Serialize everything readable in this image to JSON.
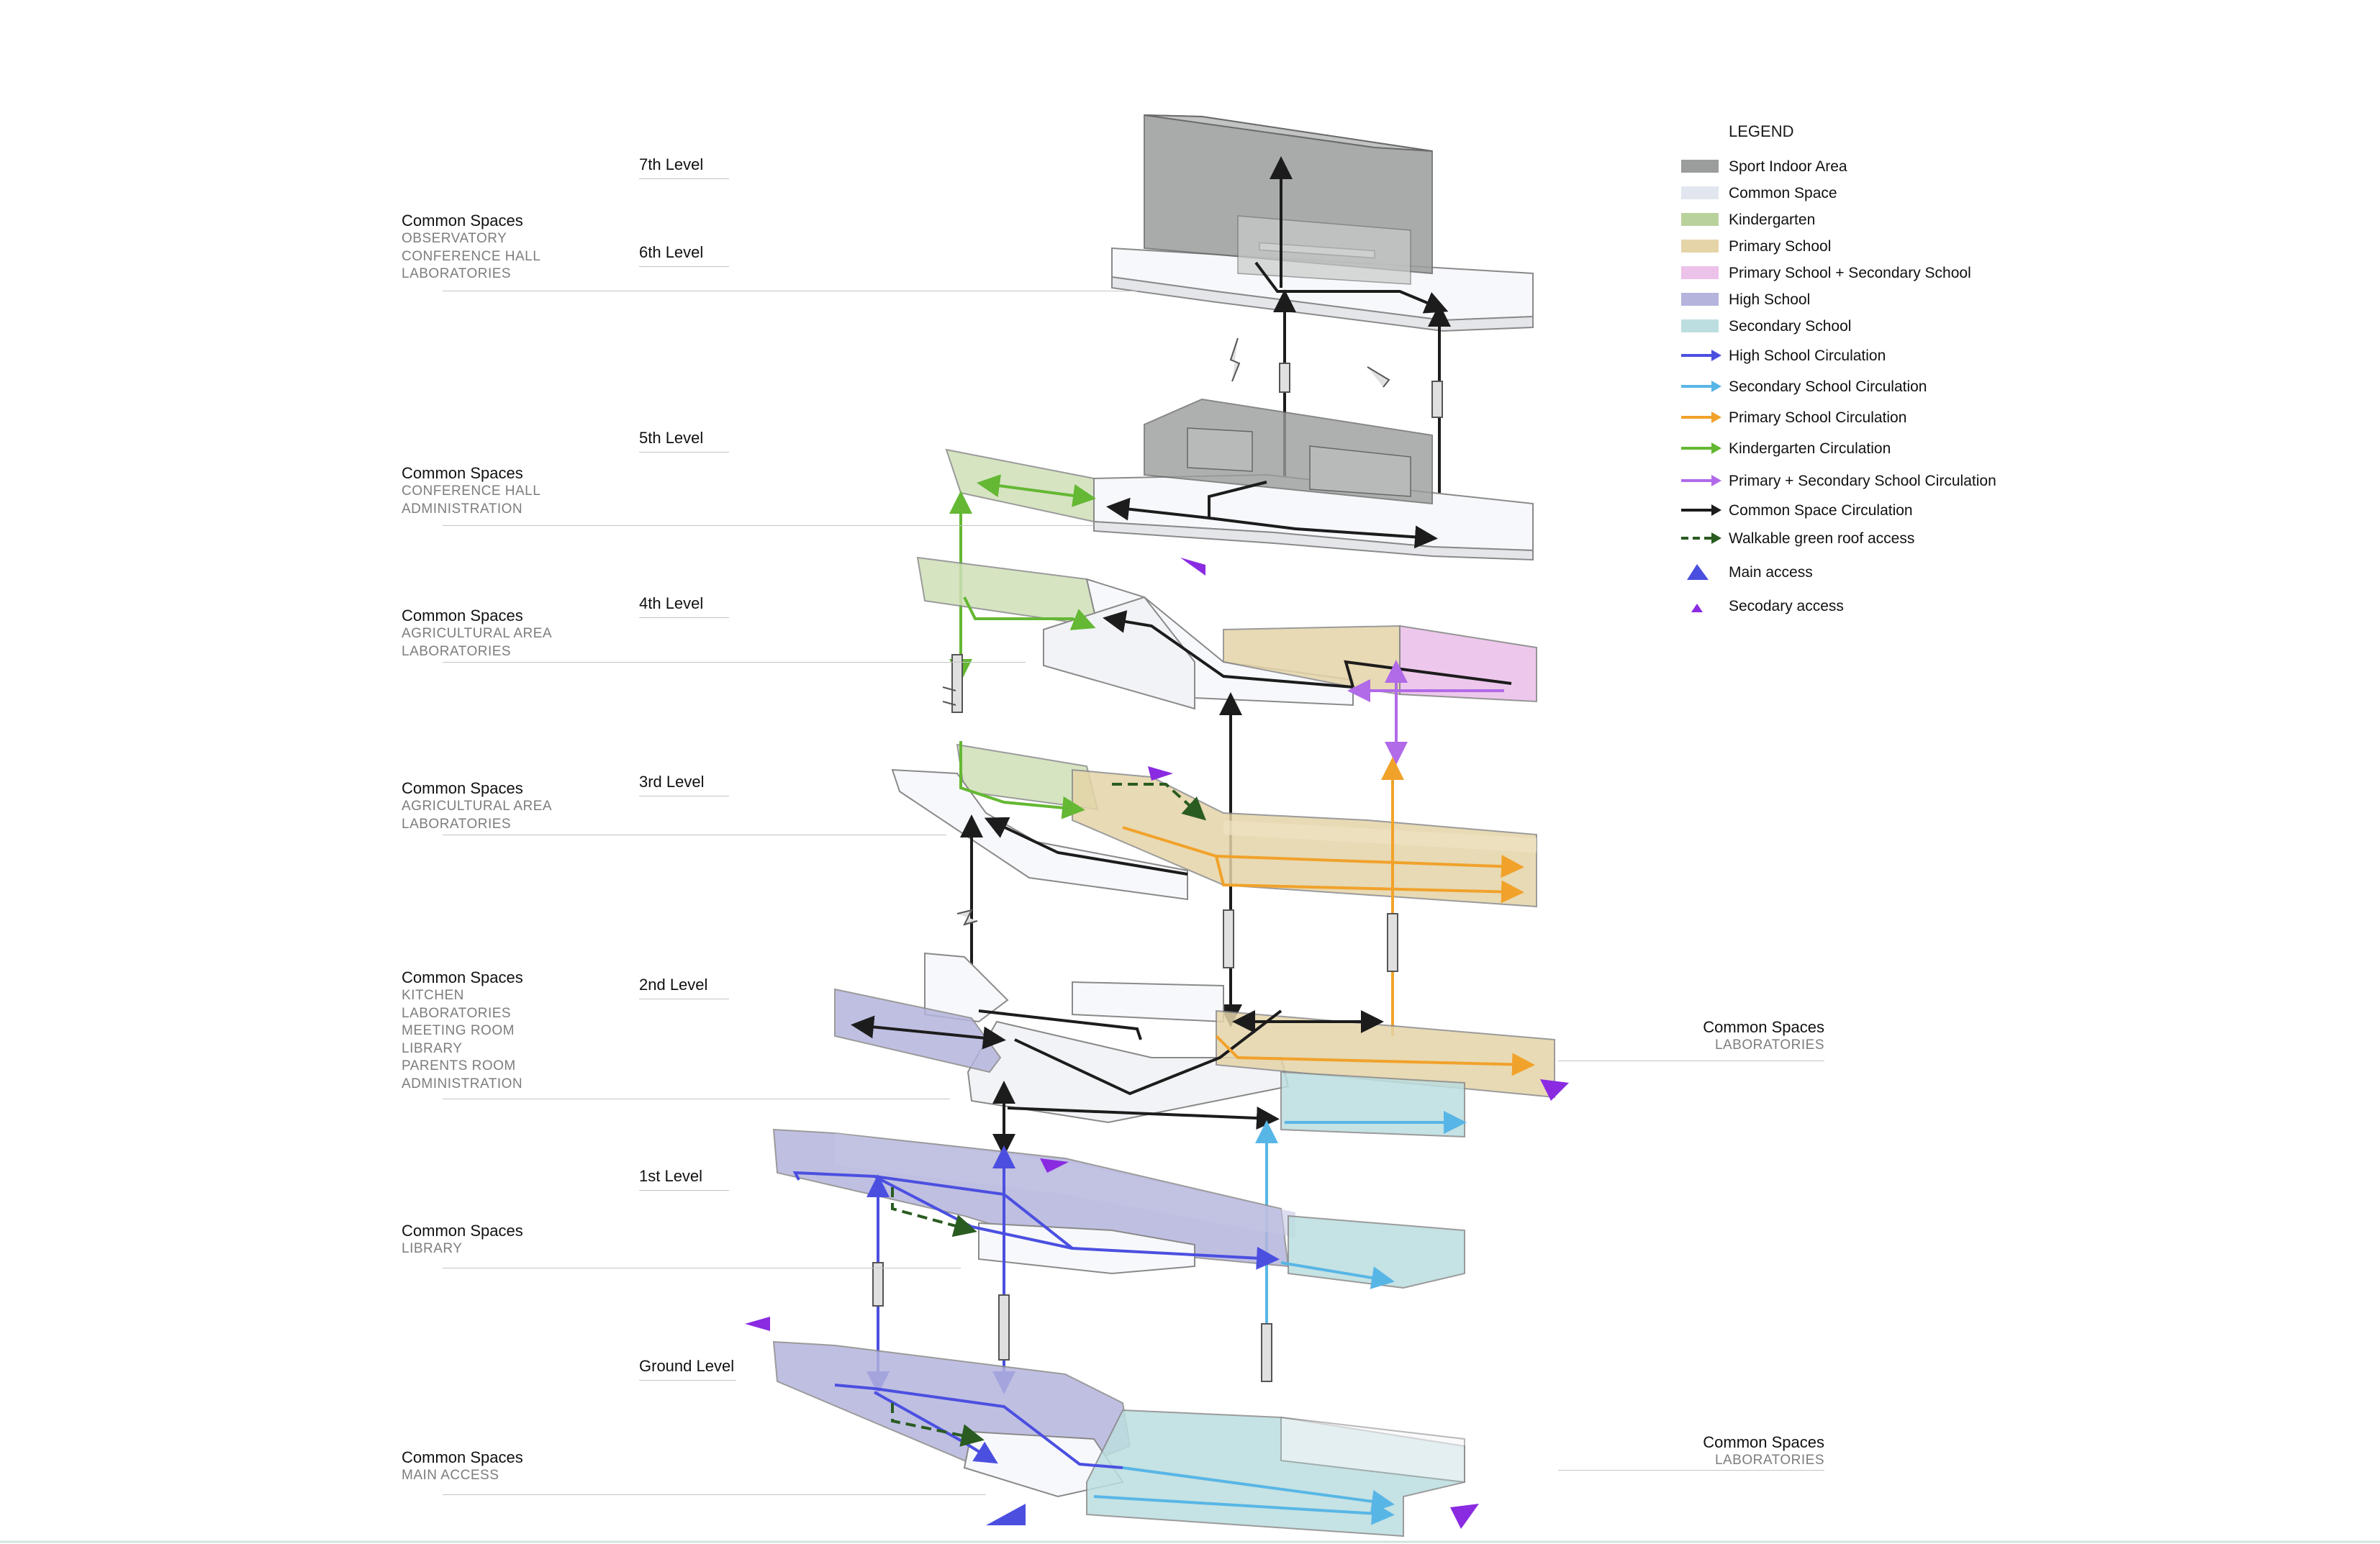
{
  "levels": [
    {
      "name": "7th Level"
    },
    {
      "name": "6th Level"
    },
    {
      "name": "5th Level"
    },
    {
      "name": "4th Level"
    },
    {
      "name": "3rd Level"
    },
    {
      "name": "2nd Level"
    },
    {
      "name": "1st Level"
    },
    {
      "name": "Ground Level"
    }
  ],
  "common_spaces": [
    {
      "title": "Common Spaces",
      "items": [
        "OBSERVATORY",
        "CONFERENCE HALL",
        "LABORATORIES"
      ]
    },
    {
      "title": "Common Spaces",
      "items": [
        "CONFERENCE HALL",
        "ADMINISTRATION"
      ]
    },
    {
      "title": "Common Spaces",
      "items": [
        "AGRICULTURAL AREA",
        "LABORATORIES"
      ]
    },
    {
      "title": "Common Spaces",
      "items": [
        "AGRICULTURAL AREA",
        "LABORATORIES"
      ]
    },
    {
      "title": "Common Spaces",
      "items": [
        "KITCHEN",
        "LABORATORIES",
        "MEETING ROOM",
        "LIBRARY",
        "PARENTS ROOM",
        "ADMINISTRATION"
      ]
    },
    {
      "title": "Common Spaces",
      "items": [
        "LIBRARY"
      ]
    },
    {
      "title": "Common Spaces",
      "items": [
        "MAIN ACCESS"
      ]
    }
  ],
  "right_common_spaces": [
    {
      "title": "Common Spaces",
      "items": [
        "LABORATORIES"
      ]
    },
    {
      "title": "Common Spaces",
      "items": [
        "LABORATORIES"
      ]
    }
  ],
  "legend": {
    "title": "LEGEND",
    "zones": [
      {
        "label": "Sport Indoor Area",
        "color": "#9a9d9c"
      },
      {
        "label": "Common Space",
        "color": "#e2e6ef"
      },
      {
        "label": "Kindergarten",
        "color": "#b9d29c"
      },
      {
        "label": "Primary School",
        "color": "#e5d4a8"
      },
      {
        "label": "Primary School + Secondary School",
        "color": "#ecc2ea"
      },
      {
        "label": "High School",
        "color": "#b4b4dd"
      },
      {
        "label": "Secondary School",
        "color": "#bcdee0"
      }
    ],
    "circulation": [
      {
        "label": "High School Circulation",
        "color": "#4b4fe0"
      },
      {
        "label": "Secondary School Circulation",
        "color": "#58b6e6"
      },
      {
        "label": "Primary School Circulation",
        "color": "#f1a22b"
      },
      {
        "label": "Kindergarten Circulation",
        "color": "#64b833"
      },
      {
        "label": "Primary + Secondary School  Circulation",
        "color": "#b16ae8"
      },
      {
        "label": "Common Space Circulation",
        "color": "#1c1c1c"
      },
      {
        "label": "Walkable green roof access",
        "color": "#2a5c21",
        "dashed": true
      }
    ],
    "access": [
      {
        "label": "Main access",
        "color": "#4b4fe0",
        "icon": "main-access-triangle"
      },
      {
        "label": "Secodary access",
        "color": "#8a2be2",
        "icon": "secondary-access-triangle"
      }
    ]
  }
}
